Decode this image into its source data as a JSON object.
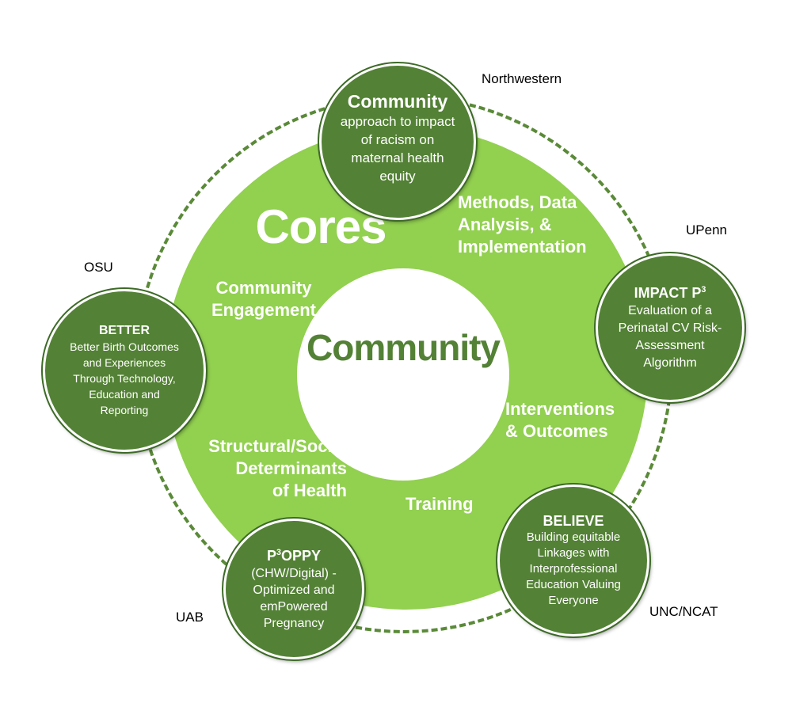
{
  "center": {
    "label": "Community"
  },
  "cores": {
    "title": "Cores",
    "items": [
      {
        "line1": "Methods, Data",
        "line2": "Analysis, &",
        "line3": "Implementation"
      },
      {
        "line1": "Community",
        "line2": "Engagement"
      },
      {
        "line1": "Interventions",
        "line2": "& Outcomes"
      },
      {
        "line1": "Structural/Social",
        "line2": "Determinants",
        "line3": "of Health"
      },
      {
        "line1": "Training"
      }
    ]
  },
  "nodes": {
    "northwestern": {
      "title": "Community",
      "desc1": "approach to impact",
      "desc2": "of racism on",
      "desc3": "maternal health",
      "desc4": "equity"
    },
    "upenn": {
      "title": "IMPACT P",
      "title_sup": "3",
      "desc1": "Evaluation of a",
      "desc2": "Perinatal CV Risk-",
      "desc3": "Assessment",
      "desc4": "Algorithm"
    },
    "osu": {
      "title": "BETTER",
      "desc1": "Better Birth Outcomes",
      "desc2": "and Experiences",
      "desc3": "Through Technology,",
      "desc4": "Education and",
      "desc5": "Reporting"
    },
    "uab": {
      "title_pre": "P",
      "title_sup": "3",
      "title": "OPPY",
      "desc1": "(CHW/Digital) -",
      "desc2": "Optimized and",
      "desc3": "emPowered",
      "desc4": "Pregnancy"
    },
    "unc": {
      "title": "BELIEVE",
      "desc1": "Building equitable",
      "desc2": "Linkages with",
      "desc3": "Interprofessional",
      "desc4": "Education Valuing",
      "desc5": "Everyone"
    }
  },
  "sites": {
    "northwestern": "Northwestern",
    "upenn": "UPenn",
    "osu": "OSU",
    "uab": "UAB",
    "unc": "UNC/NCAT"
  },
  "colors": {
    "outer": "#92d050",
    "node": "#538135",
    "center_text": "#538135",
    "ring": "#5a8a38"
  }
}
